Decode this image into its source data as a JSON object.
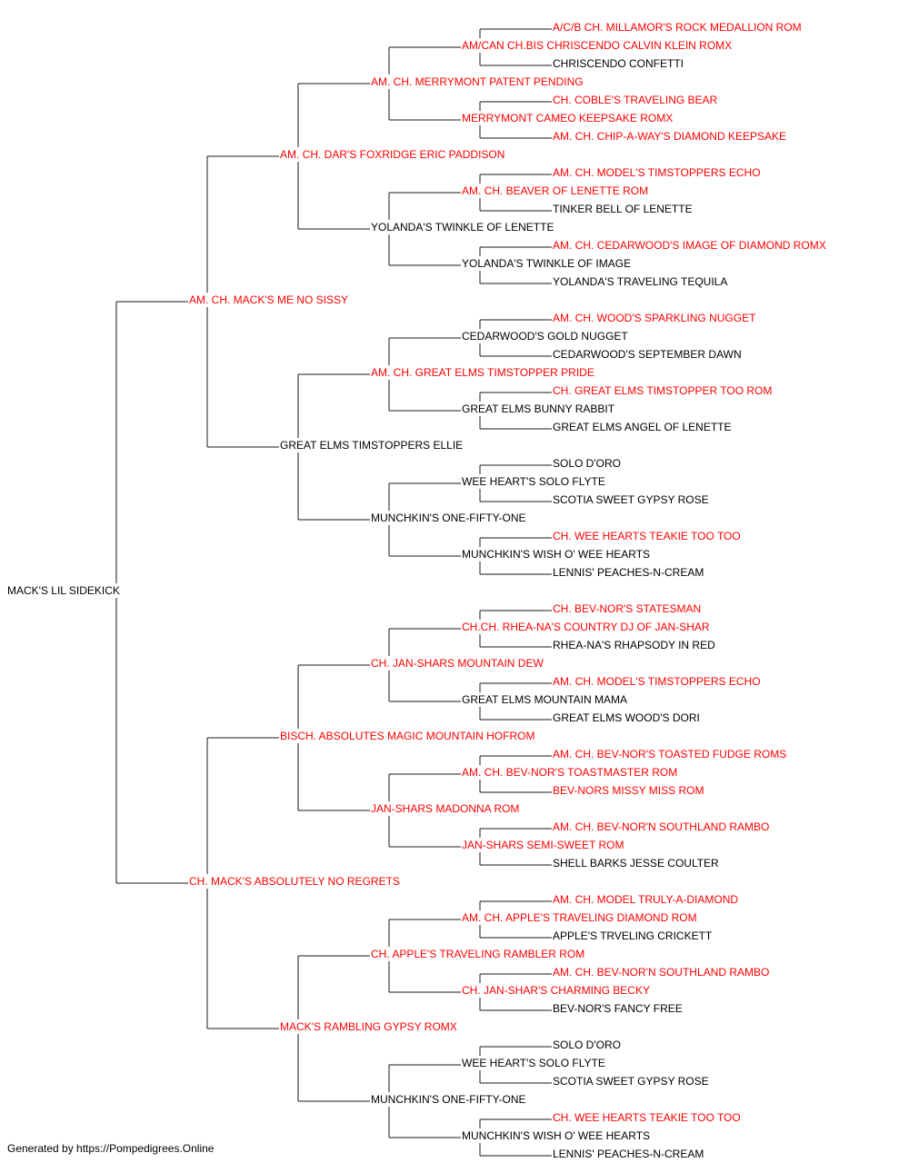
{
  "colors": {
    "champion": "#ff0000",
    "regular": "#000000",
    "line": "#1a1a1a",
    "background": "#ffffff"
  },
  "footer": "Generated by https://Pompedigrees.Online",
  "pedigree": {
    "name": "MACK'S LIL SIDEKICK",
    "red": false,
    "sire": {
      "name": "AM. CH. MACK'S ME NO SISSY",
      "red": true,
      "sire": {
        "name": "AM. CH. DAR'S FOXRIDGE ERIC PADDISON",
        "red": true,
        "sire": {
          "name": "AM. CH. MERRYMONT PATENT PENDING",
          "red": true,
          "sire": {
            "name": "AM/CAN CH.BIS CHRISCENDO CALVIN KLEIN ROMX",
            "red": true,
            "sire": {
              "name": "A/C/B CH. MILLAMOR'S ROCK MEDALLION ROM",
              "red": true
            },
            "dam": {
              "name": "CHRISCENDO CONFETTI",
              "red": false
            }
          },
          "dam": {
            "name": "MERRYMONT CAMEO KEEPSAKE ROMX",
            "red": true,
            "sire": {
              "name": "CH. COBLE'S TRAVELING BEAR",
              "red": true
            },
            "dam": {
              "name": "AM. CH. CHIP-A-WAY'S DIAMOND KEEPSAKE",
              "red": true
            }
          }
        },
        "dam": {
          "name": "YOLANDA'S TWINKLE OF LENETTE",
          "red": false,
          "sire": {
            "name": "AM. CH. BEAVER OF LENETTE ROM",
            "red": true,
            "sire": {
              "name": "AM. CH. MODEL'S TIMSTOPPERS ECHO",
              "red": true
            },
            "dam": {
              "name": "TINKER BELL OF LENETTE",
              "red": false
            }
          },
          "dam": {
            "name": "YOLANDA'S TWINKLE OF IMAGE",
            "red": false,
            "sire": {
              "name": "AM. CH. CEDARWOOD'S IMAGE OF DIAMOND ROMX",
              "red": true
            },
            "dam": {
              "name": "YOLANDA'S TRAVELING TEQUILA",
              "red": false
            }
          }
        }
      },
      "dam": {
        "name": "GREAT ELMS TIMSTOPPERS ELLIE",
        "red": false,
        "sire": {
          "name": "AM. CH. GREAT ELMS TIMSTOPPER PRIDE",
          "red": true,
          "sire": {
            "name": "CEDARWOOD'S GOLD NUGGET",
            "red": false,
            "sire": {
              "name": "AM. CH. WOOD'S SPARKLING NUGGET",
              "red": true
            },
            "dam": {
              "name": "CEDARWOOD'S SEPTEMBER DAWN",
              "red": false
            }
          },
          "dam": {
            "name": "GREAT ELMS BUNNY RABBIT",
            "red": false,
            "sire": {
              "name": "CH. GREAT ELMS TIMSTOPPER TOO ROM",
              "red": true
            },
            "dam": {
              "name": "GREAT ELMS ANGEL OF LENETTE",
              "red": false
            }
          }
        },
        "dam": {
          "name": "MUNCHKIN'S ONE-FIFTY-ONE",
          "red": false,
          "sire": {
            "name": "WEE HEART'S SOLO FLYTE",
            "red": false,
            "sire": {
              "name": "SOLO D'ORO",
              "red": false
            },
            "dam": {
              "name": "SCOTIA SWEET GYPSY ROSE",
              "red": false
            }
          },
          "dam": {
            "name": "MUNCHKIN'S WISH O' WEE HEARTS",
            "red": false,
            "sire": {
              "name": "CH. WEE HEARTS TEAKIE TOO TOO",
              "red": true
            },
            "dam": {
              "name": "LENNIS' PEACHES-N-CREAM",
              "red": false
            }
          }
        }
      }
    },
    "dam": {
      "name": "CH. MACK'S ABSOLUTELY NO REGRETS",
      "red": true,
      "sire": {
        "name": "BISCH. ABSOLUTES MAGIC MOUNTAIN HOFROM",
        "red": true,
        "sire": {
          "name": "CH. JAN-SHARS MOUNTAIN DEW",
          "red": true,
          "sire": {
            "name": "CH.CH. RHEA-NA'S COUNTRY DJ OF JAN-SHAR",
            "red": true,
            "sire": {
              "name": "CH. BEV-NOR'S STATESMAN",
              "red": true
            },
            "dam": {
              "name": "RHEA-NA'S RHAPSODY IN RED",
              "red": false
            }
          },
          "dam": {
            "name": "GREAT ELMS MOUNTAIN MAMA",
            "red": false,
            "sire": {
              "name": "AM. CH. MODEL'S TIMSTOPPERS ECHO",
              "red": true
            },
            "dam": {
              "name": "GREAT ELMS WOOD'S DORI",
              "red": false
            }
          }
        },
        "dam": {
          "name": "JAN-SHARS MADONNA ROM",
          "red": true,
          "sire": {
            "name": "AM. CH. BEV-NOR'S TOASTMASTER ROM",
            "red": true,
            "sire": {
              "name": "AM. CH. BEV-NOR'S TOASTED FUDGE ROMS",
              "red": true
            },
            "dam": {
              "name": "BEV-NORS MISSY MISS ROM",
              "red": true
            }
          },
          "dam": {
            "name": "JAN-SHARS SEMI-SWEET ROM",
            "red": true,
            "sire": {
              "name": "AM. CH. BEV-NOR'N SOUTHLAND RAMBO",
              "red": true
            },
            "dam": {
              "name": "SHELL BARKS JESSE COULTER",
              "red": false
            }
          }
        }
      },
      "dam": {
        "name": "MACK'S RAMBLING GYPSY ROMX",
        "red": true,
        "sire": {
          "name": "CH. APPLE'S TRAVELING RAMBLER ROM",
          "red": true,
          "sire": {
            "name": "AM. CH. APPLE'S TRAVELING DIAMOND ROM",
            "red": true,
            "sire": {
              "name": "AM. CH. MODEL TRULY-A-DIAMOND",
              "red": true
            },
            "dam": {
              "name": "APPLE'S TRVELING CRICKETT",
              "red": false
            }
          },
          "dam": {
            "name": "CH. JAN-SHAR'S CHARMING BECKY",
            "red": true,
            "sire": {
              "name": "AM. CH. BEV-NOR'N SOUTHLAND RAMBO",
              "red": true
            },
            "dam": {
              "name": "BEV-NOR'S FANCY FREE",
              "red": false
            }
          }
        },
        "dam": {
          "name": "MUNCHKIN'S ONE-FIFTY-ONE",
          "red": false,
          "sire": {
            "name": "WEE HEART'S SOLO FLYTE",
            "red": false,
            "sire": {
              "name": "SOLO D'ORO",
              "red": false
            },
            "dam": {
              "name": "SCOTIA SWEET GYPSY ROSE",
              "red": false
            }
          },
          "dam": {
            "name": "MUNCHKIN'S WISH O' WEE HEARTS",
            "red": false,
            "sire": {
              "name": "CH. WEE HEARTS TEAKIE TOO TOO",
              "red": true
            },
            "dam": {
              "name": "LENNIS' PEACHES-N-CREAM",
              "red": false
            }
          }
        }
      }
    }
  }
}
